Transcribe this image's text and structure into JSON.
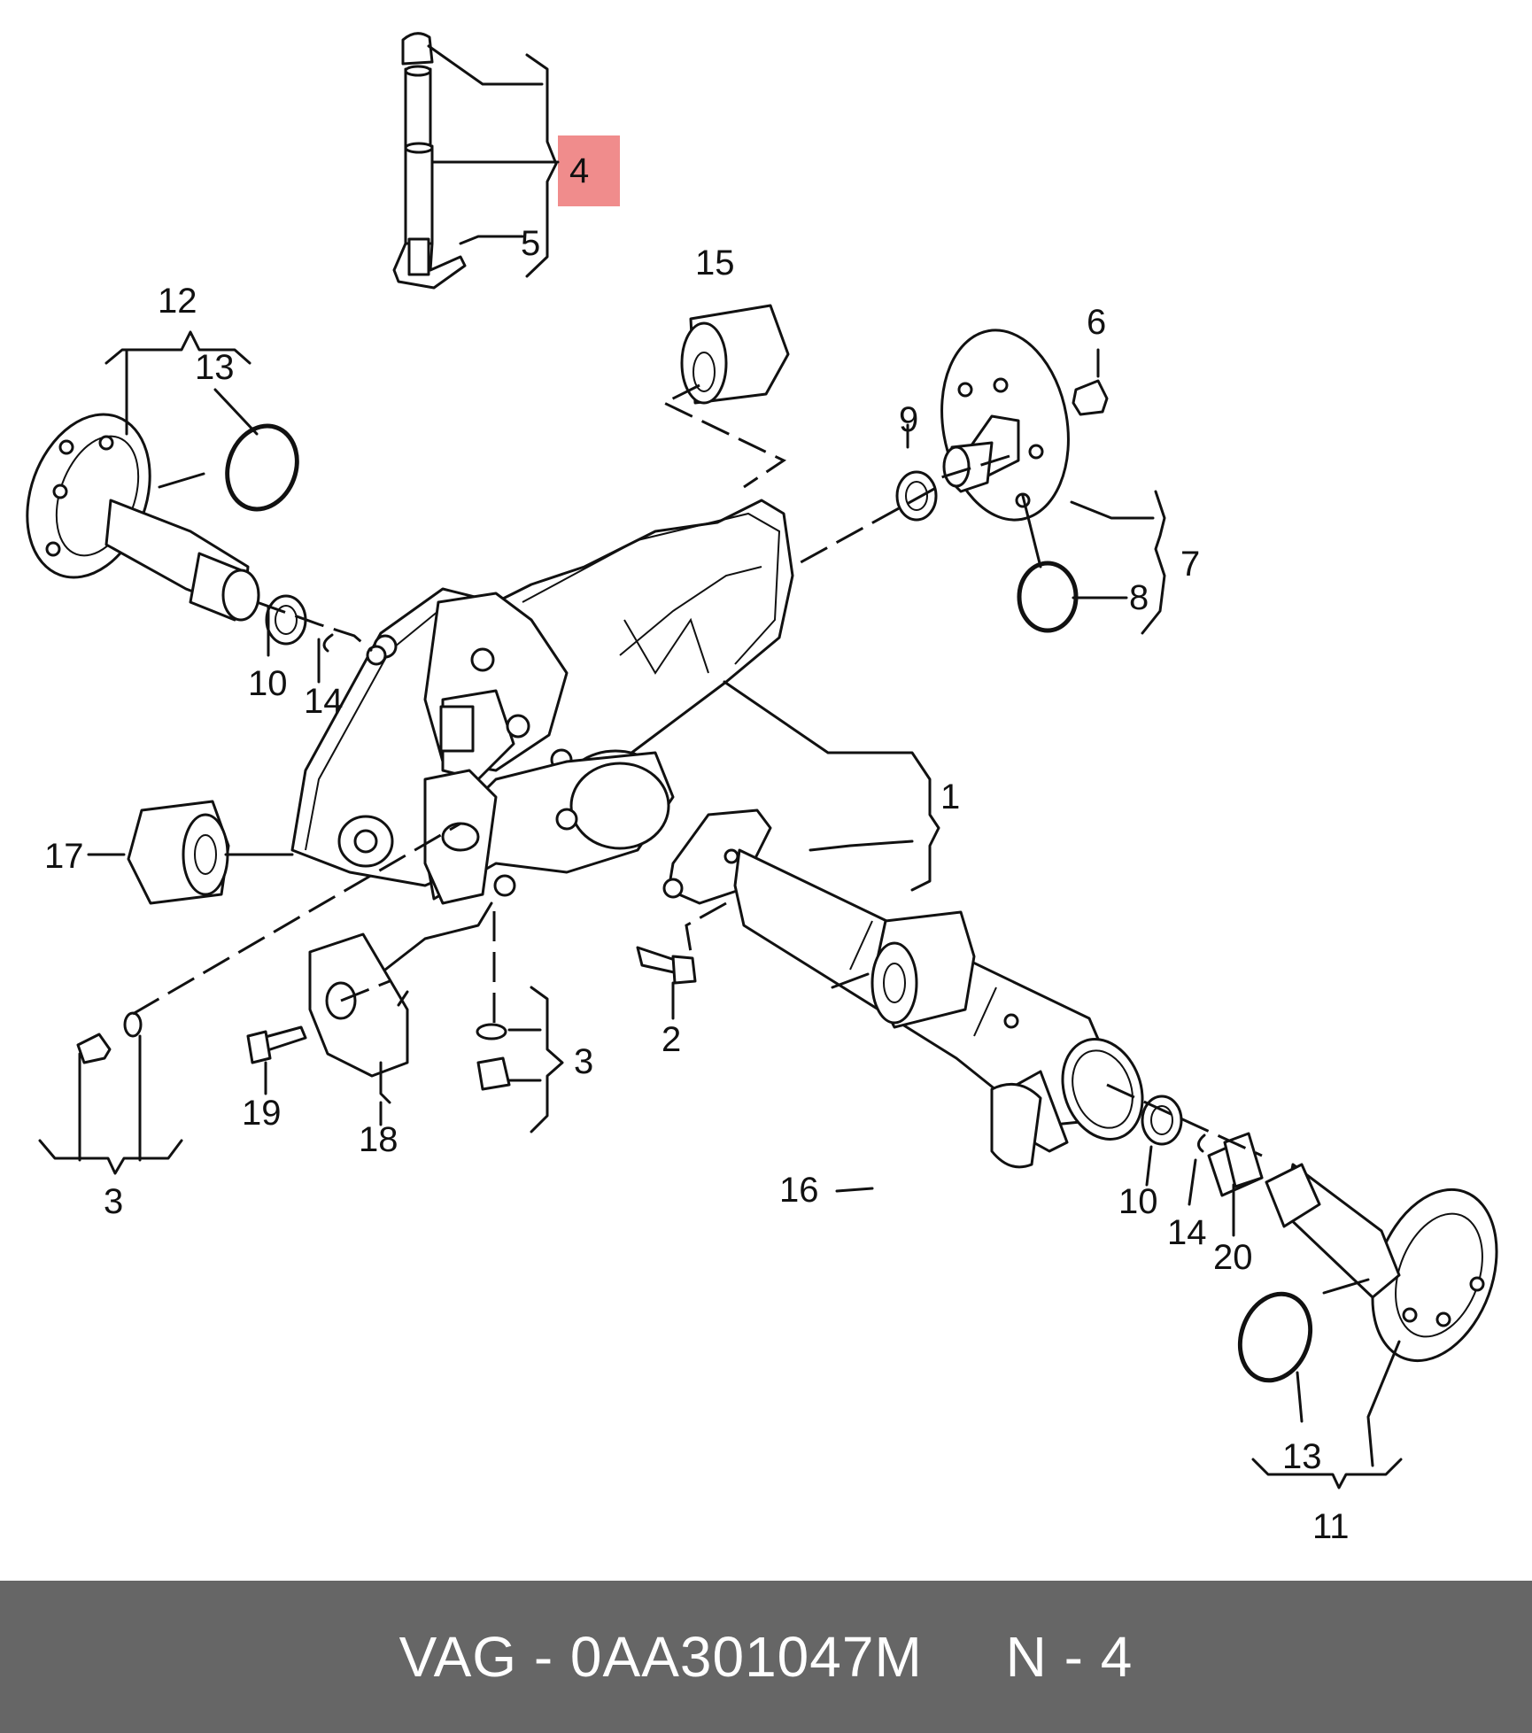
{
  "diagram": {
    "highlight_color": "#f08c8c",
    "callouts": {
      "c1": "1",
      "c2": "2",
      "c3a": "3",
      "c3b": "3",
      "c4": "4",
      "c5": "5",
      "c6": "6",
      "c7": "7",
      "c8": "8",
      "c9": "9",
      "c10a": "10",
      "c10b": "10",
      "c11": "11",
      "c12": "12",
      "c13a": "13",
      "c13b": "13",
      "c14a": "14",
      "c14b": "14",
      "c15": "15",
      "c16": "16",
      "c17": "17",
      "c18": "18",
      "c19": "19",
      "c20": "20"
    }
  },
  "footer": {
    "text": "VAG - 0AA301047M     N - 4",
    "background": "#666666"
  }
}
